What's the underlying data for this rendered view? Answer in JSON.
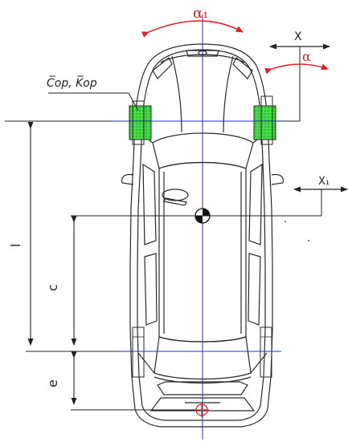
{
  "labels": {
    "alpha1": "α₁",
    "alpha": "α",
    "x": "X",
    "x1": "X₁",
    "stiffness": "C̅op, K̅op",
    "l": "l",
    "c": "c",
    "e": "e"
  },
  "colors": {
    "outline": "#2a2a2a",
    "axis": "#2233cc",
    "rotation_arrow": "#e02020",
    "dimension": "#222222",
    "wheel_highlight": "#44dd44",
    "wheel_hatch": "#1e8a1e"
  },
  "icons": {
    "center_of_mass": "center-of-mass-icon",
    "reference_point": "reference-point-icon"
  }
}
